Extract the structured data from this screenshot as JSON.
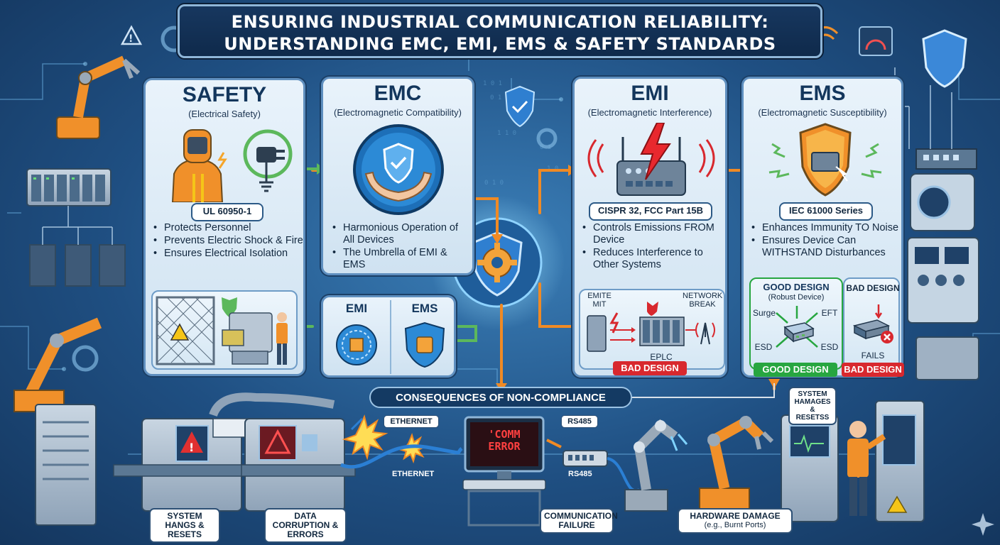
{
  "title": {
    "line1": "ENSURING INDUSTRIAL COMMUNICATION RELIABILITY:",
    "line2": "UNDERSTANDING EMC, EMI, EMS & SAFETY STANDARDS"
  },
  "safety": {
    "heading": "SAFETY",
    "subheading": "(Electrical Safety)",
    "standard": "UL 60950-1",
    "bullets": [
      "Protects Personnel",
      "Prevents Electric Shock & Fire",
      "Ensures Electrical Isolation"
    ]
  },
  "emc": {
    "heading": "EMC",
    "subheading": "(Electromagnetic Compatibility)",
    "bullets": [
      "Harmonious Operation of All Devices",
      "The Umbrella of EMI & EMS"
    ],
    "branch_left": "EMI",
    "branch_right": "EMS"
  },
  "emi": {
    "heading": "EMI",
    "subheading": "(Electromagnetic Interference)",
    "standard": "CISPR 32, FCC Part 15B",
    "bullets": [
      "Controls Emissions FROM Device",
      "Reduces Interference to Other Systems"
    ],
    "scene_emit": "EMITE MIT",
    "scene_network": "NETWORK BREAK",
    "scene_eplc": "EPLC",
    "bad_tag": "BAD DESIGN"
  },
  "ems": {
    "heading": "EMS",
    "subheading": "(Electromagnetic Susceptibility)",
    "standard": "IEC 61000 Series",
    "bullets": [
      "Enhances Immunity TO Noise",
      "Ensures Device Can WITHSTAND Disturbances"
    ],
    "good_title": "GOOD DESIGN",
    "good_sub": "(Robust Device)",
    "surge": "Surge",
    "eft": "EFT",
    "esd_left": "ESD",
    "esd_right": "ESD",
    "bad_title": "BAD DESIGN",
    "fails": "FAILS",
    "good_tag": "GOOD DESIGN",
    "bad_tag": "BAD DESIGN"
  },
  "consequences": {
    "title": "CONSEQUENCES OF NON-COMPLIANCE",
    "ethernet_top": "ETHERNET",
    "ethernet_bottom": "ETHERNET",
    "rs485_top": "RS485",
    "rs485_bottom": "RS485",
    "screen_text": "'COMM ERROR",
    "system_box": "SYSTEM HAMAGES & RESETSS",
    "captions": [
      "SYSTEM HANGS & RESETS",
      "DATA CORRUPTION & ERRORS",
      "COMMUNICATION FAILURE",
      "HARDWARE DAMAGE",
      "(e.g., Burnt Ports)"
    ]
  },
  "colors": {
    "background": "#1f4f82",
    "panel": "#e9f3fb",
    "title_bg": "#17375f",
    "accent_orange": "#f08a24",
    "accent_green": "#5cb85c",
    "alert_red": "#d8282e",
    "good_green": "#27a640"
  }
}
